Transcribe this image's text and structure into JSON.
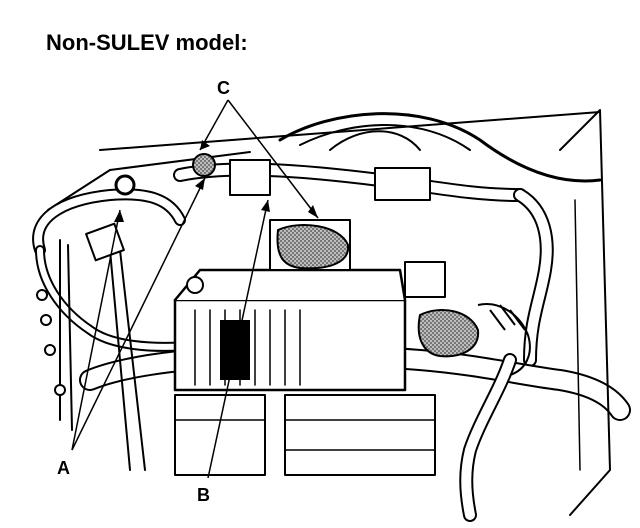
{
  "title": "Non-SULEV model:",
  "callouts": {
    "a": "A",
    "b": "B",
    "c": "C"
  },
  "colors": {
    "ink": "#000000",
    "paper": "#ffffff",
    "shade": "#9a9a9a"
  }
}
